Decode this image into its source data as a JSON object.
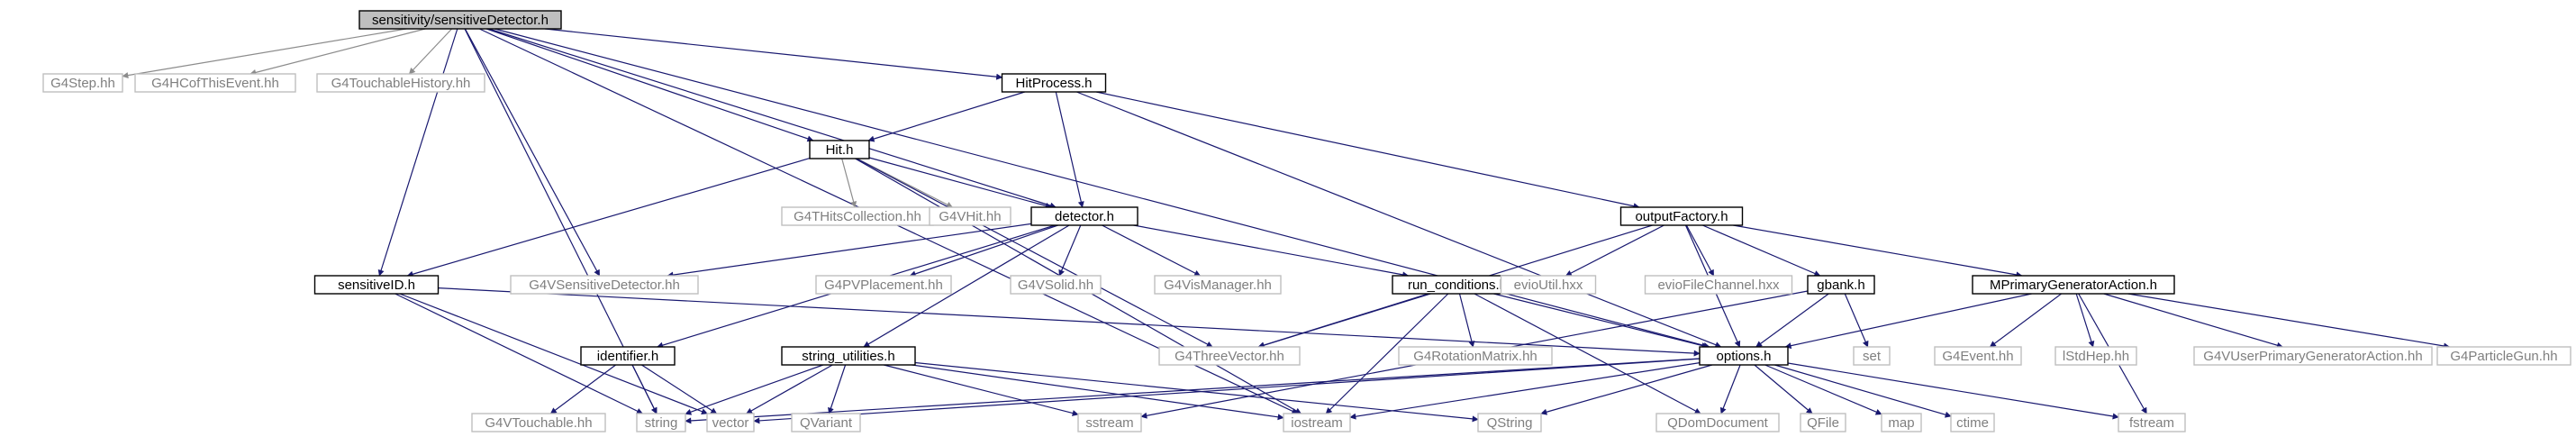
{
  "diagram": {
    "type": "include-dependency-graph",
    "nodes": [
      {
        "id": "sensdet",
        "label": "sensitivity/sensitiveDetector.h",
        "kind": "root"
      },
      {
        "id": "g4step",
        "label": "G4Step.hh",
        "kind": "external"
      },
      {
        "id": "g4hcof",
        "label": "G4HCofThisEvent.hh",
        "kind": "external"
      },
      {
        "id": "g4touchhist",
        "label": "G4TouchableHistory.hh",
        "kind": "external"
      },
      {
        "id": "hitprocess",
        "label": "HitProcess.h",
        "kind": "documented"
      },
      {
        "id": "hit",
        "label": "Hit.h",
        "kind": "documented"
      },
      {
        "id": "g4thits",
        "label": "G4THitsCollection.hh",
        "kind": "external"
      },
      {
        "id": "g4vhit",
        "label": "G4VHit.hh",
        "kind": "external"
      },
      {
        "id": "detector",
        "label": "detector.h",
        "kind": "documented"
      },
      {
        "id": "outputfactory",
        "label": "outputFactory.h",
        "kind": "documented"
      },
      {
        "id": "sensid",
        "label": "sensitiveID.h",
        "kind": "documented"
      },
      {
        "id": "g4vsensdet",
        "label": "G4VSensitiveDetector.hh",
        "kind": "external"
      },
      {
        "id": "g4pvplace",
        "label": "G4PVPlacement.hh",
        "kind": "external"
      },
      {
        "id": "g4vsolid",
        "label": "G4VSolid.hh",
        "kind": "external"
      },
      {
        "id": "g4vismgr",
        "label": "G4VisManager.hh",
        "kind": "external"
      },
      {
        "id": "runcond",
        "label": "run_conditions.h",
        "kind": "documented"
      },
      {
        "id": "evioutil",
        "label": "evioUtil.hxx",
        "kind": "external"
      },
      {
        "id": "eviofile",
        "label": "evioFileChannel.hxx",
        "kind": "external"
      },
      {
        "id": "gbank",
        "label": "gbank.h",
        "kind": "documented"
      },
      {
        "id": "mprimgen",
        "label": "MPrimaryGeneratorAction.h",
        "kind": "documented"
      },
      {
        "id": "identifier",
        "label": "identifier.h",
        "kind": "documented"
      },
      {
        "id": "strutil",
        "label": "string_utilities.h",
        "kind": "documented"
      },
      {
        "id": "g4threevec",
        "label": "G4ThreeVector.hh",
        "kind": "external"
      },
      {
        "id": "g4rotmat",
        "label": "G4RotationMatrix.hh",
        "kind": "external"
      },
      {
        "id": "options",
        "label": "options.h",
        "kind": "documented"
      },
      {
        "id": "set",
        "label": "set",
        "kind": "external"
      },
      {
        "id": "g4event",
        "label": "G4Event.hh",
        "kind": "external"
      },
      {
        "id": "lstdhep",
        "label": "lStdHep.hh",
        "kind": "external"
      },
      {
        "id": "g4vuserpga",
        "label": "G4VUserPrimaryGeneratorAction.hh",
        "kind": "external"
      },
      {
        "id": "g4pgun",
        "label": "G4ParticleGun.hh",
        "kind": "external"
      },
      {
        "id": "g4vtouch",
        "label": "G4VTouchable.hh",
        "kind": "external"
      },
      {
        "id": "string",
        "label": "string",
        "kind": "external"
      },
      {
        "id": "vector",
        "label": "vector",
        "kind": "external"
      },
      {
        "id": "qvariant",
        "label": "QVariant",
        "kind": "external"
      },
      {
        "id": "sstream",
        "label": "sstream",
        "kind": "external"
      },
      {
        "id": "iostream",
        "label": "iostream",
        "kind": "external"
      },
      {
        "id": "qstring",
        "label": "QString",
        "kind": "external"
      },
      {
        "id": "qdomdoc",
        "label": "QDomDocument",
        "kind": "external"
      },
      {
        "id": "qfile",
        "label": "QFile",
        "kind": "external"
      },
      {
        "id": "map",
        "label": "map",
        "kind": "external"
      },
      {
        "id": "ctime",
        "label": "ctime",
        "kind": "external"
      },
      {
        "id": "fstream",
        "label": "fstream",
        "kind": "external"
      }
    ]
  }
}
